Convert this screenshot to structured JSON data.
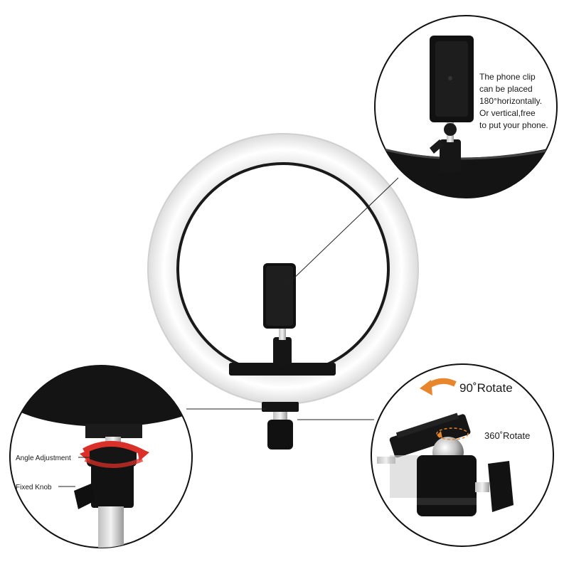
{
  "callout_phone_clip": {
    "lines": [
      "The phone clip",
      "can be placed",
      "180°horizontally.",
      "Or vertical,free",
      "to put your phone."
    ]
  },
  "callout_ball_head": {
    "rotate_90": "90˚Rotate",
    "rotate_360": "360˚Rotate"
  },
  "callout_base": {
    "angle_adjustment": "Angle Adjustment",
    "fixed_knob": "Fixed Knob"
  },
  "colors": {
    "ring_light": "#f4f4f4",
    "body_black": "#111111",
    "arrow_orange": "#e8862e",
    "arrow_red": "#d9302a"
  }
}
